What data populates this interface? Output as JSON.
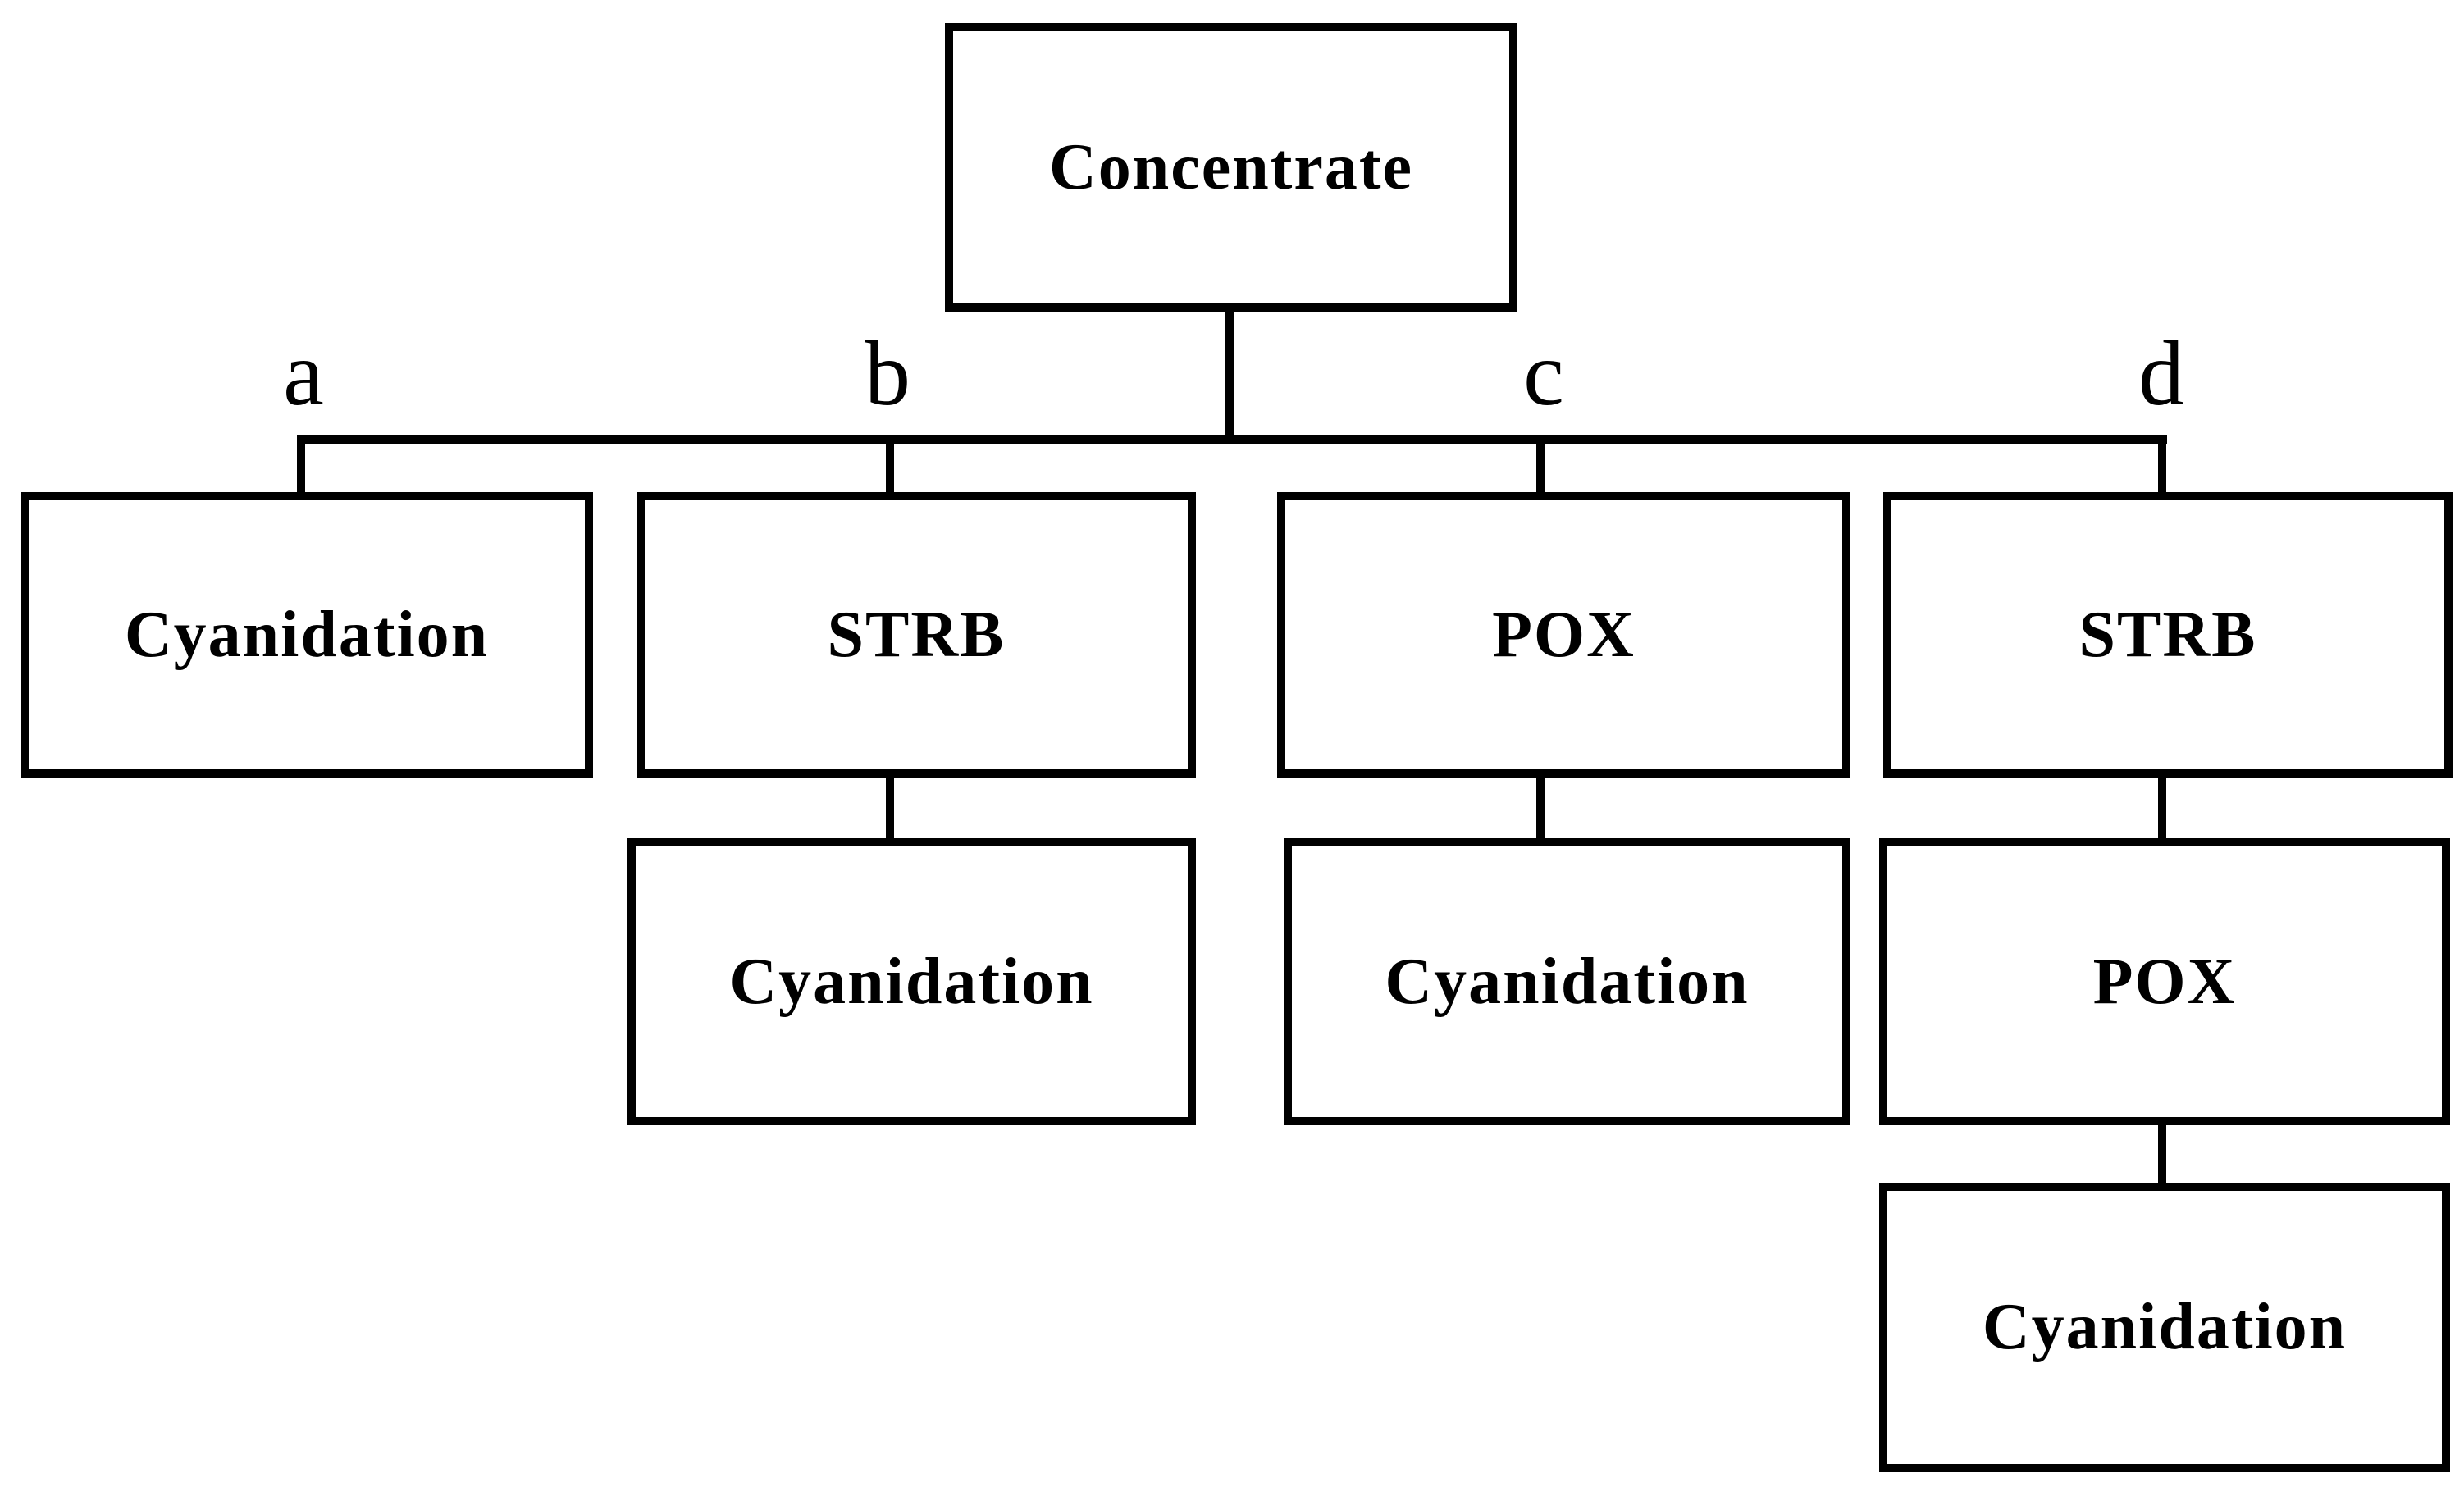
{
  "diagram": {
    "root": {
      "label": "Concentrate"
    },
    "branches": [
      {
        "label": "a",
        "steps": [
          "Cyanidation"
        ]
      },
      {
        "label": "b",
        "steps": [
          "STRB",
          "Cyanidation"
        ]
      },
      {
        "label": "c",
        "steps": [
          "POX",
          "Cyanidation"
        ]
      },
      {
        "label": "d",
        "steps": [
          "STRB",
          "POX",
          "Cyanidation"
        ]
      }
    ],
    "colors": {
      "background": "#ffffff",
      "box_fill": "#ffffff",
      "box_border": "#000000",
      "line": "#000000",
      "text": "#000000"
    }
  }
}
